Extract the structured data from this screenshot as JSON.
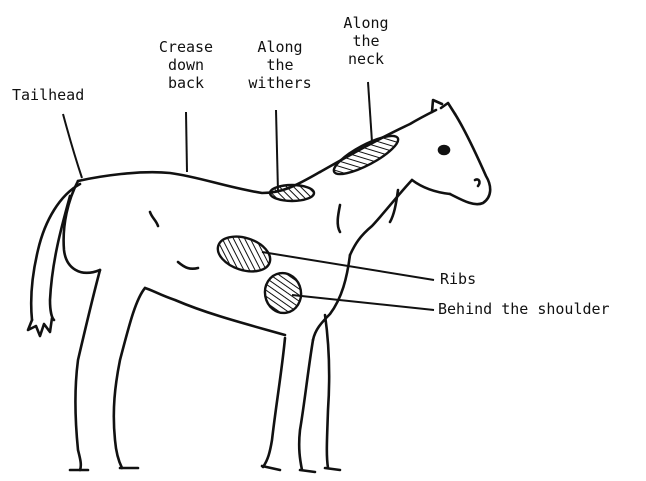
{
  "labels": {
    "tailhead": "Tailhead",
    "crease_down_back": [
      "Crease",
      "down",
      "back"
    ],
    "along_withers": [
      "Along",
      "the",
      "withers"
    ],
    "along_neck": [
      "Along",
      "the",
      "neck"
    ],
    "ribs": "Ribs",
    "behind_shoulder": "Behind the shoulder"
  },
  "colors": {
    "ink": "#111111",
    "paper": "#ffffff"
  },
  "illustration": "horse-outline"
}
